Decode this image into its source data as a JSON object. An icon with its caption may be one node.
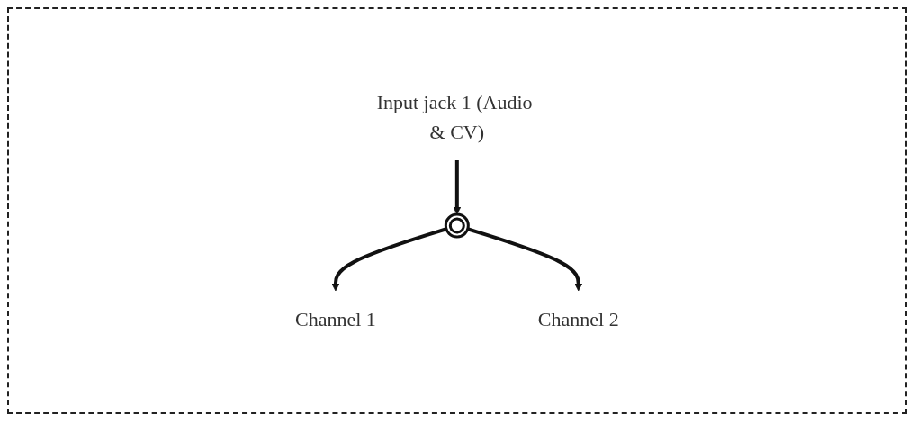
{
  "diagram": {
    "nodes": [
      {
        "text": [
          "Input jack 1 (Audio & CV)"
        ]
      },
      {
        "text": [],
        "shape": "circle"
      },
      {
        "text": [
          "Channel 1"
        ]
      },
      {
        "text": [
          "Channel 2"
        ]
      }
    ],
    "edges": [
      {
        "from": 0,
        "to": 1,
        "arrow": "to"
      },
      {
        "from": 1,
        "to": 2,
        "arrow": "to"
      },
      {
        "from": 1,
        "to": 3,
        "arrow": "to"
      }
    ]
  }
}
